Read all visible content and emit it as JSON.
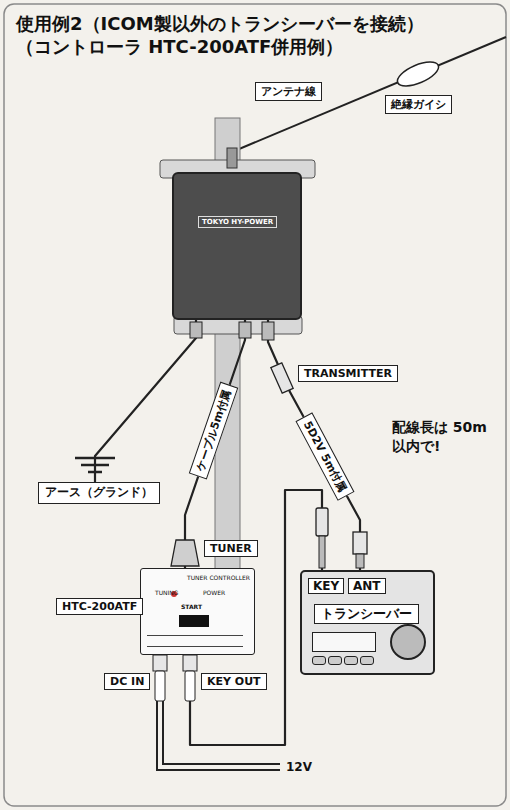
{
  "diagram": {
    "title": "使用例2（ICOM製以外のトランシーバーを接続） （コントローラ HTC-200ATF併用例）",
    "nodes": [
      {
        "text": [
          "TOKYO HY-POWER"
        ]
      },
      {
        "text": [
          "アース（グランド）"
        ]
      },
      {
        "text": [
          "TUNER CONTROLLER",
          "TUNING",
          "POWER",
          "START"
        ]
      },
      {
        "text": [
          "KEY",
          "ANT",
          "トランシーバー"
        ]
      }
    ],
    "edges": [
      {
        "from": 0,
        "to": 1,
        "arrow": "none"
      },
      {
        "from": 0,
        "to": 2,
        "label": "ケーブル5m付属",
        "arrow": "none"
      },
      {
        "from": 0,
        "to": 3,
        "label": "5D2V 5m付属",
        "arrow": "none"
      },
      {
        "from": 2,
        "to": 3,
        "arrow": "none"
      }
    ],
    "labels": [
      "アンテナ線",
      "絶縁ガイシ",
      "TRANSMITTER",
      "TUNER",
      "HTC-200ATF",
      "配線長は 50m以内で!",
      "DC IN",
      "KEY OUT",
      "12V"
    ]
  }
}
